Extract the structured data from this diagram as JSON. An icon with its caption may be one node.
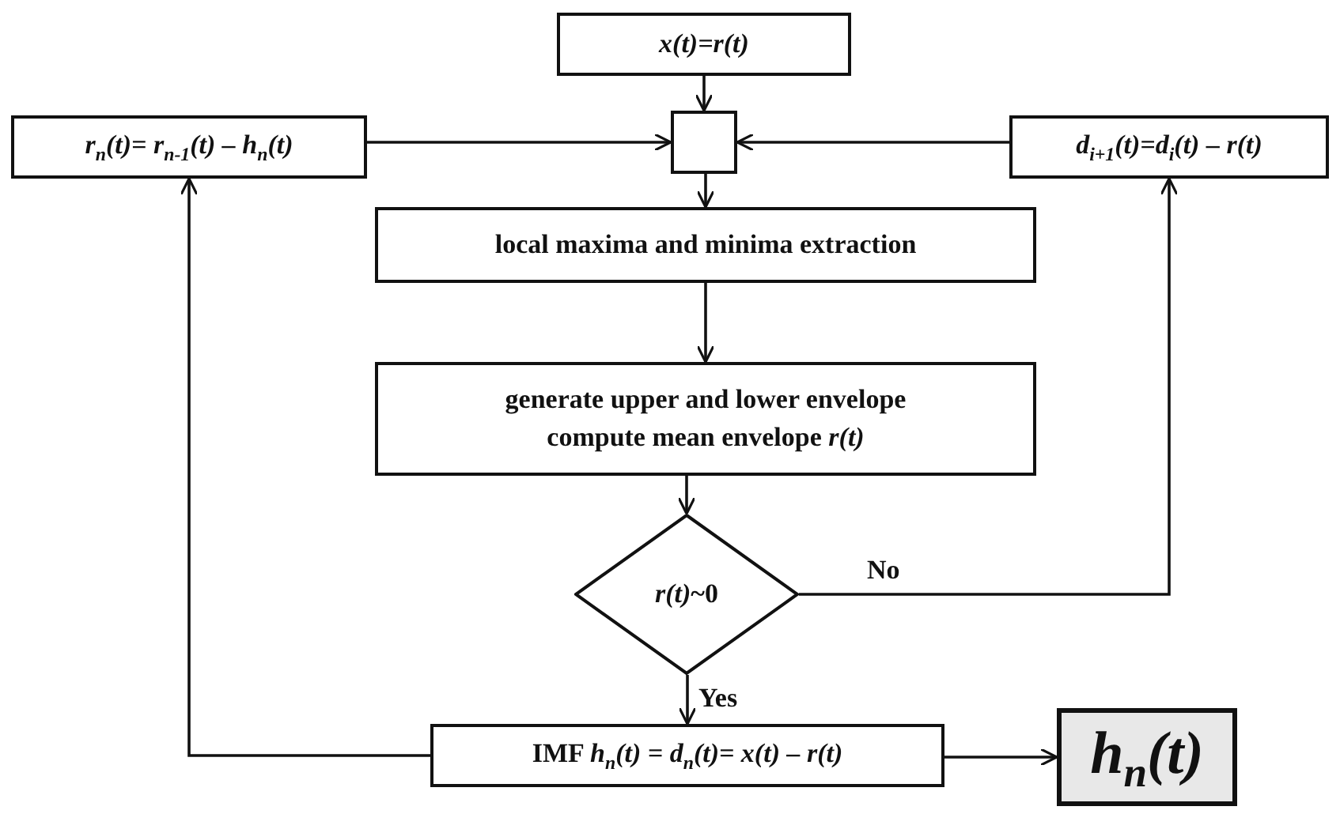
{
  "diagram": {
    "nodes": [
      {
        "text": [
          "x(t)=r(t)"
        ]
      },
      {
        "text": [
          "r$_{n}$(t)= r$_{n-1}$(t) – h$_{n}$(t)"
        ]
      },
      {
        "text": [],
        "shape": "box"
      },
      {
        "text": [
          "d$_{i+1}$(t)=d$_{i}$(t) – r(t)"
        ]
      },
      {
        "text": [
          "local maxima and minima extraction"
        ]
      },
      {
        "text": [
          "generate upper and lower envelope compute mean envelope *r(t)*"
        ]
      },
      {
        "text": [
          "*r(t)*~0"
        ]
      },
      {
        "text": [
          "IMF *h*$_{n}$*(t) = d*$_{n}$*(t)= x(t) – r(t)*"
        ]
      },
      {
        "text": [
          "h$_{n}$(t)"
        ]
      }
    ],
    "edges": [
      {
        "from": 0,
        "to": 2,
        "arrow": "to"
      },
      {
        "from": 1,
        "to": 2,
        "arrow": "to"
      },
      {
        "from": 3,
        "to": 2,
        "arrow": "to"
      },
      {
        "from": 2,
        "to": 4,
        "arrow": "to"
      },
      {
        "from": 4,
        "to": 5,
        "arrow": "to"
      },
      {
        "from": 5,
        "to": 6,
        "arrow": "to"
      },
      {
        "from": 6,
        "to": 3,
        "arrow": "to",
        "label": "No"
      },
      {
        "from": 6,
        "to": 7,
        "arrow": "to",
        "label": "Yes"
      },
      {
        "from": 7,
        "to": 1,
        "arrow": "to"
      },
      {
        "from": 7,
        "to": 8,
        "arrow": "to"
      }
    ]
  }
}
